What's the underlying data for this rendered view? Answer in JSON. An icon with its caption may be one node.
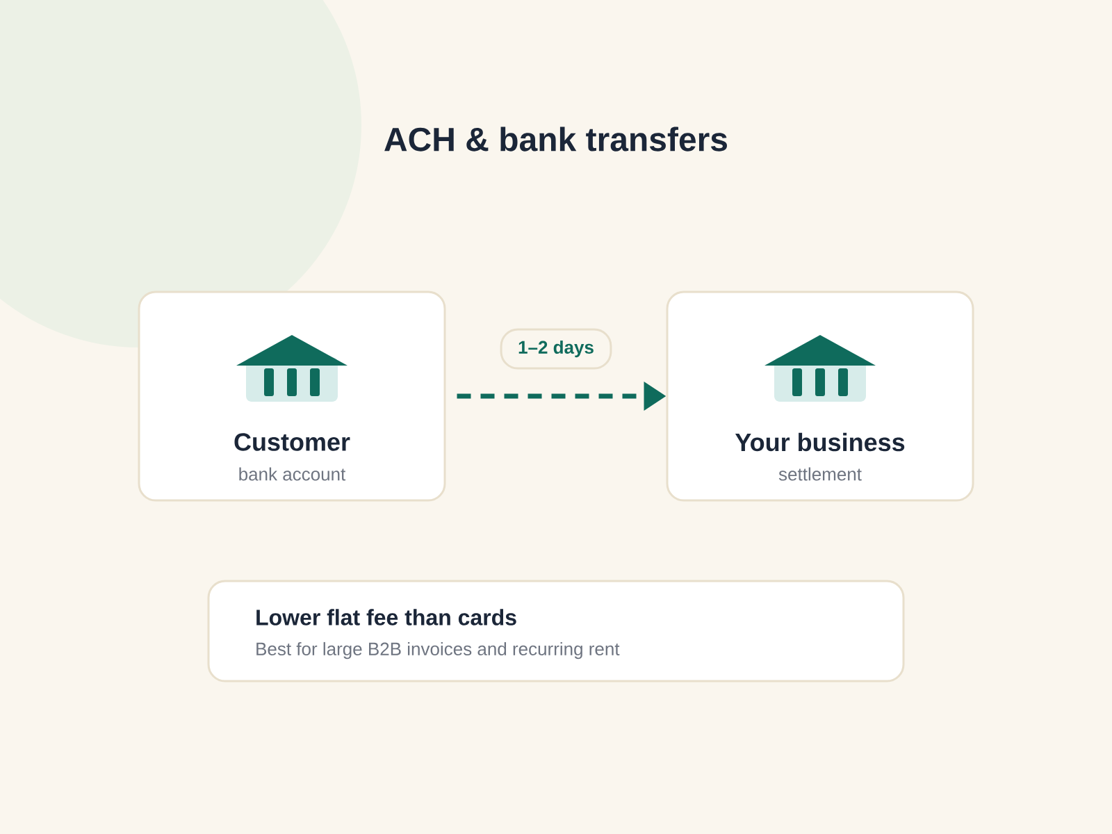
{
  "diagram": {
    "title": "ACH & bank transfers",
    "nodes": [
      {
        "text": [
          "Customer",
          "bank account"
        ]
      },
      {
        "text": [
          "Your business",
          "settlement"
        ]
      },
      {
        "text": [
          "Lower flat fee than cards",
          "Best for large B2B invoices and recurring rent"
        ]
      }
    ],
    "edges": [
      {
        "from": 0,
        "to": 1,
        "arrow": "to",
        "label": "1–2 days",
        "style": "dashed"
      }
    ]
  }
}
